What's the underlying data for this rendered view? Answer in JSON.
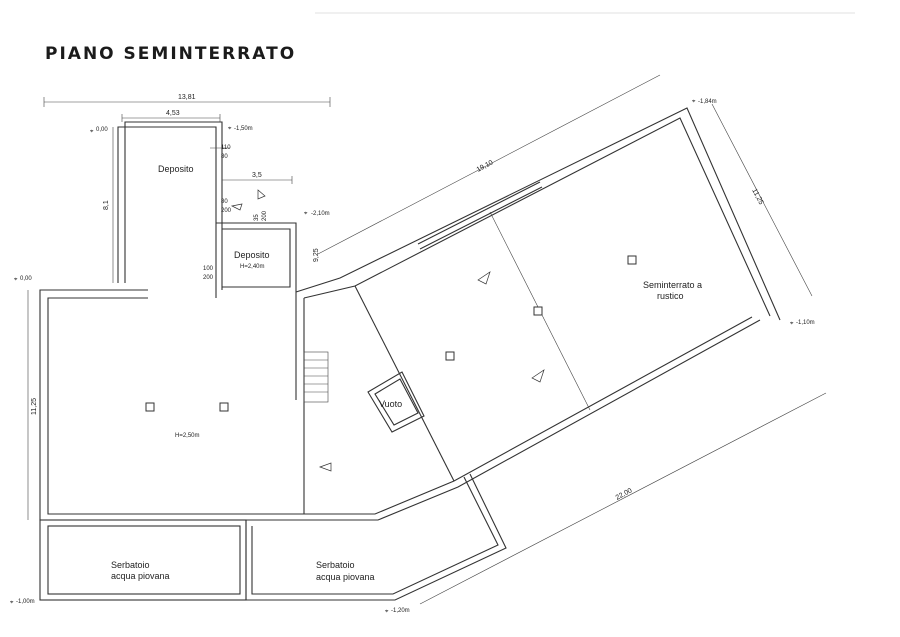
{
  "title": "PIANO SEMINTERRATO",
  "rooms": {
    "deposito_big": "Deposito",
    "deposito_small": "Deposito",
    "deposito_small_height": "H=2,40m",
    "main_height": "H=2,50m",
    "seminterrato": [
      "Seminterrato a",
      "rustico"
    ],
    "vuoto": "Vuoto",
    "serbatoio_left": [
      "Serbatoio",
      "acqua piovana"
    ],
    "serbatoio_right": [
      "Serbatoio",
      "acqua piovana"
    ]
  },
  "dimensions": {
    "overall_width": "13,81",
    "deposito_width": "4,53",
    "deposito_depth": "8,1",
    "corridor": "3,5",
    "main_depth": "11,25",
    "right_length": "19,10",
    "right_depth": "11,25",
    "diag_short": "9,25",
    "bottom_length": "22,00",
    "door1_w": "110",
    "door1_h": "80",
    "door2_w": "80",
    "door2_h": "200",
    "door3_w": "35",
    "door3_h": "200",
    "door4_w": "100",
    "door4_h": "200"
  },
  "levels": {
    "lvl_a": "0,00",
    "lvl_b": "-1,50m",
    "lvl_c": "-2,10m",
    "lvl_d": "0,00",
    "lvl_e": "-1,84m",
    "lvl_f": "-1,10m",
    "lvl_g": "-1,00m",
    "lvl_h": "-1,20m"
  }
}
